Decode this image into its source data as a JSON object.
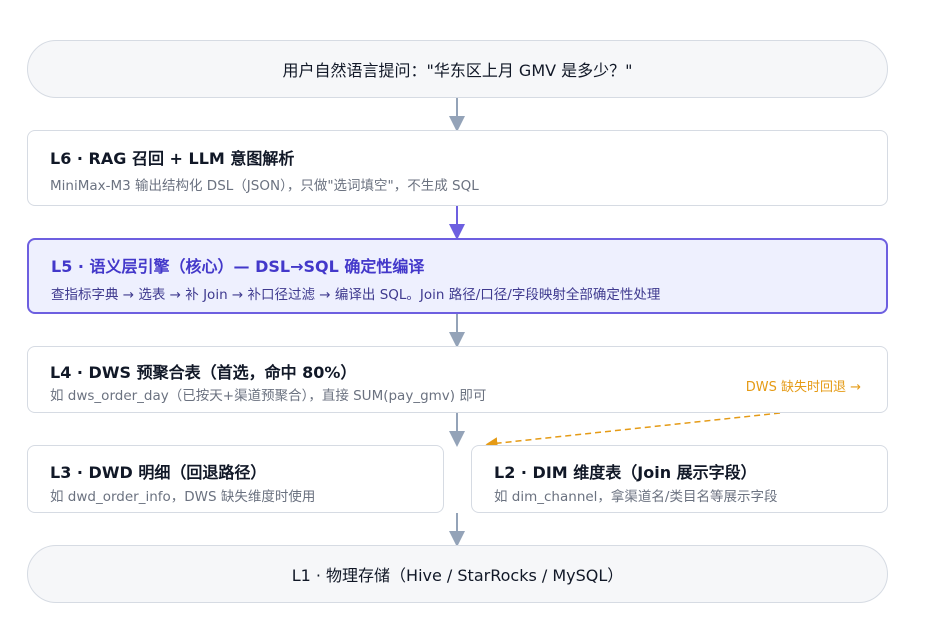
{
  "question": "用户自然语言提问：\"华东区上月 GMV 是多少？\"",
  "layers": {
    "l6": {
      "title": "L6 · RAG 召回 + LLM 意图解析",
      "desc": "MiniMax-M3 输出结构化 DSL（JSON），只做\"选词填空\"，不生成 SQL"
    },
    "l5": {
      "title": "L5 · 语义层引擎（核心）— DSL→SQL 确定性编译",
      "desc": "查指标字典 → 选表 → 补 Join → 补口径过滤 → 编译出 SQL。Join 路径/口径/字段映射全部确定性处理"
    },
    "l4": {
      "title": "L4 · DWS 预聚合表（首选，命中 80%）",
      "desc": "如 dws_order_day（已按天+渠道预聚合），直接 SUM(pay_gmv) 即可"
    },
    "l3": {
      "title": "L3 · DWD 明细（回退路径）",
      "desc": "如 dwd_order_info，DWS 缺失维度时使用"
    },
    "l2": {
      "title": "L2 · DIM 维度表（Join 展示字段）",
      "desc": "如 dim_channel，拿渠道名/类目名等展示字段"
    },
    "l1": {
      "label": "L1 · 物理存储（Hive / StarRocks / MySQL）"
    }
  },
  "fallback_note": "DWS 缺失时回退 →",
  "colors": {
    "accent": "#6d5fe0",
    "arrow": "#94a3b8",
    "fallback": "#e59b16"
  }
}
